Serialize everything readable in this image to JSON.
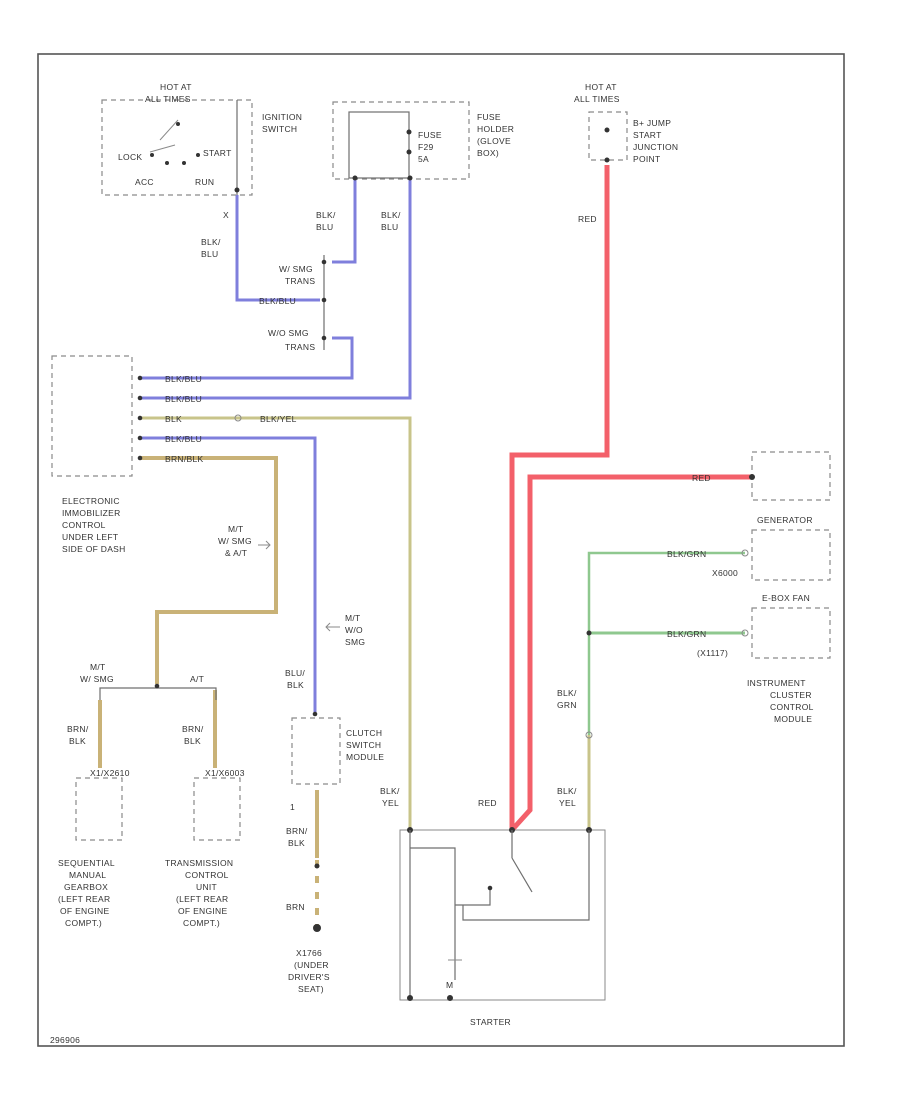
{
  "colors": {
    "red": "#f3606a",
    "blu": "#7f7fdc",
    "yel": "#c8c48a",
    "brn": "#c9b277",
    "grn": "#8fc88f",
    "frame": "#555555"
  },
  "labels": {
    "hot_at_all_times_1": "HOT AT",
    "hot_at_all_times_2": "ALL TIMES",
    "ign_switch_1": "IGNITION",
    "ign_switch_2": "SWITCH",
    "lock": "LOCK",
    "start": "START",
    "acc": "ACC",
    "run": "RUN",
    "fuse_holder_1": "FUSE",
    "fuse_holder_2": "HOLDER",
    "fuse_holder_3": "(GLOVE",
    "fuse_holder_4": "BOX)",
    "fuse_1": "FUSE",
    "fuse_2": "F29",
    "fuse_3": "5A",
    "hot2_1": "HOT AT",
    "hot2_2": "ALL TIMES",
    "jp_1": "B+ JUMP",
    "jp_2": "START",
    "jp_3": "JUNCTION",
    "jp_4": "POINT",
    "wire_red_top": "RED",
    "ign_pin": "X",
    "wire_blkblu_a1": "BLK/",
    "wire_blkblu_a2": "BLU",
    "wire_blublu_1": "BLK/",
    "wire_blublu_2": "BLU",
    "wire_blkblu_c1": "BLK/",
    "wire_blkblu_c2": "BLU",
    "trans_w_1": "W/ SMG",
    "trans_w_2": "TRANS",
    "trans_wo_1": "W/O SMG",
    "trans_wo_2": "TRANS",
    "splice_blkblu": "BLK/BLU",
    "imm_w1": "BLK/BLU",
    "imm_w2": "BLK/BLU",
    "imm_w3": "BLK",
    "imm_w3b": "BLK/YEL",
    "imm_w4": "BLK/BLU",
    "imm_w5": "BRN/BLK",
    "imm_1": "ELECTRONIC",
    "imm_2": "IMMOBILIZER",
    "imm_3": "CONTROL",
    "imm_4": "UNDER LEFT",
    "imm_5": "SIDE OF DASH",
    "mt_smg_1": "M/T",
    "mt_smg_2": "W/ SMG",
    "mt_smg_3": "& A/T",
    "mt_wo_1": "M/T",
    "mt_wo_2": "W/O",
    "mt_wo_3": "SMG",
    "smg_1": "M/T",
    "smg_2": "W/ SMG",
    "at": "A/T",
    "brn_blk_l1": "BRN/",
    "brn_blk_l2": "BLK",
    "brn_blk_r1": "BRN/",
    "brn_blk_r2": "BLK",
    "conn_l": "X1/X2610",
    "conn_r": "X1/X6003",
    "seq_1": "SEQUENTIAL",
    "seq_2": "MANUAL",
    "seq_3": "GEARBOX",
    "seq_4": "(LEFT REAR",
    "seq_5": "OF ENGINE",
    "seq_6": "COMPT.)",
    "tcu_1": "TRANSMISSION",
    "tcu_2": "CONTROL",
    "tcu_3": "UNIT",
    "tcu_4": "(LEFT REAR",
    "tcu_5": "OF ENGINE",
    "tcu_6": "COMPT.)",
    "blu_blk_1": "BLU/",
    "blu_blk_2": "BLK",
    "clutch_1": "CLUTCH",
    "clutch_2": "SWITCH",
    "clutch_3": "MODULE",
    "clutch_pin": "1",
    "brn_blk_c1": "BRN/",
    "brn_blk_c2": "BLK",
    "brn": "BRN",
    "ground_1": "X1766",
    "ground_2": "(UNDER",
    "ground_3": "DRIVER'S",
    "ground_4": "SEAT)",
    "red_right": "RED",
    "generator": "GENERATOR",
    "blk_grn_1": "BLK/GRN",
    "x_gen": "X6000",
    "ebox_fan": "E-BOX FAN",
    "blk_grn_2": "BLK/GRN",
    "x_ebox": "(X1117)",
    "ic_1": "INSTRUMENT",
    "ic_2": "CLUSTER",
    "ic_3": "CONTROL",
    "ic_4": "MODULE",
    "blu_grn_1": "BLK/",
    "blu_grn_2": "GRN",
    "blk_yel_l1": "BLK/",
    "blk_yel_l2": "YEL",
    "red_starter": "RED",
    "blk_yel_r1": "BLK/",
    "blk_yel_r2": "YEL",
    "m_label": "M",
    "starter": "STARTER",
    "footer_code": "296906"
  }
}
